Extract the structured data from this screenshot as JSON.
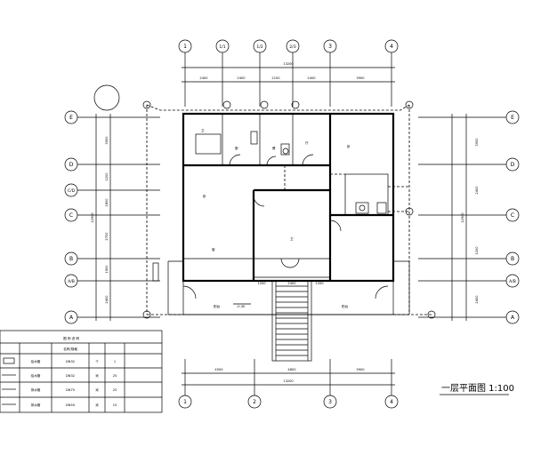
{
  "drawing": {
    "title": "一层平面图 1:100",
    "top_axes": [
      "1",
      "1/1",
      "1/2",
      "2/3",
      "3",
      "4"
    ],
    "bottom_axes": [
      "1",
      "2",
      "3",
      "4"
    ],
    "side_axes": [
      "E",
      "D",
      "C/D",
      "C",
      "B",
      "A/B",
      "A"
    ],
    "top_dims": [
      "2400",
      "2400",
      "2100",
      "2400",
      "3900"
    ],
    "top_total": "13200",
    "bottom_dims": [
      "4500",
      "4800",
      "3900"
    ],
    "bottom_total": "13200",
    "left_dims": [
      "3900",
      "1200",
      "1800",
      "2700",
      "1500",
      "2400"
    ],
    "left_total": "12900",
    "right_dims": [
      "3900",
      "2400",
      "1200",
      "2400"
    ],
    "right_total": "12900",
    "entry_dims": [
      "1200",
      "2400",
      "1200"
    ],
    "level_mark": "-0.30",
    "room_labels": [
      "卫",
      "厨",
      "餐",
      "厅",
      "卧",
      "卧",
      "客",
      "卫",
      "阳台",
      "阳台"
    ],
    "legend": {
      "header": "图 例 说 明",
      "col_header": "名称/规格",
      "rows": [
        {
          "name": "给水管",
          "spec": "DN32",
          "a": "个",
          "b": "1"
        },
        {
          "name": "给水管",
          "spec": "DN32",
          "a": "米",
          "b": "25"
        },
        {
          "name": "排水管",
          "spec": "DN75",
          "a": "米",
          "b": "25"
        },
        {
          "name": "排水管",
          "spec": "DN50",
          "a": "米",
          "b": "15"
        }
      ]
    }
  }
}
